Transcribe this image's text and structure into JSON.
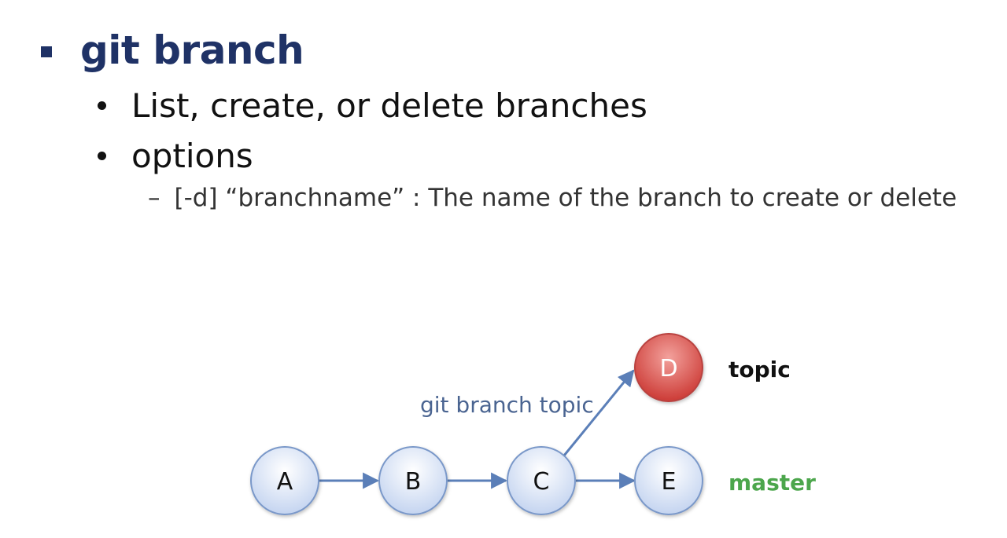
{
  "slide": {
    "title": "git branch",
    "bullets": [
      "List, create, or delete branches",
      "options"
    ],
    "sub_bullet_dash": "–",
    "sub_bullet": "[-d] “branchname” : The name of the branch to create or delete"
  },
  "diagram": {
    "commits": {
      "a": "A",
      "b": "B",
      "c": "C",
      "d": "D",
      "e": "E"
    },
    "command": "git branch topic",
    "branches": {
      "topic": "topic",
      "master": "master"
    },
    "colors": {
      "title": "#1f3266",
      "commit_fill": "#cfdcf3",
      "commit_stroke": "#7a98c9",
      "new_commit_fill": "#d9534f",
      "arrow": "#5b7fb8",
      "command_text": "#4a6491",
      "topic_text": "#111111",
      "master_text": "#4ca64c"
    }
  }
}
